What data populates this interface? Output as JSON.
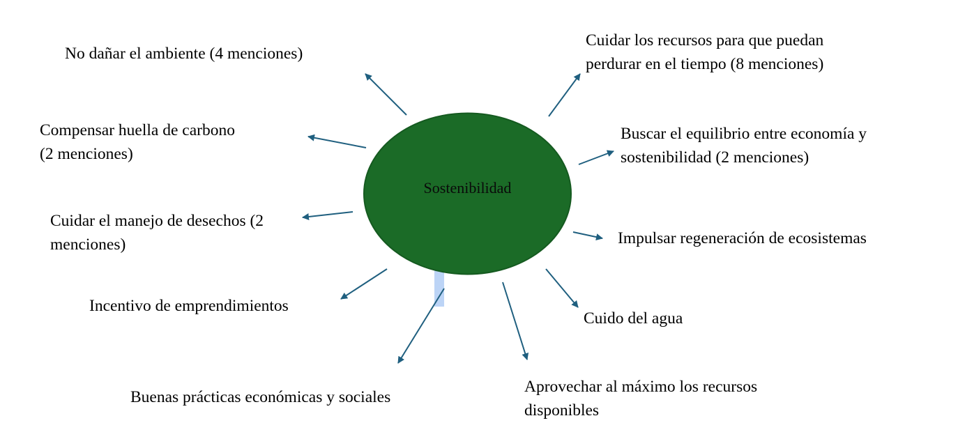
{
  "diagram": {
    "center": {
      "label": "Sostenibilidad",
      "fill_color": "#1b6b27",
      "stroke_color": "#155a20"
    },
    "arrow_color": "#1f5f7f",
    "highlight_color": "#bcd4f6",
    "nodes": [
      {
        "id": "no-danar",
        "lines": [
          "No dañar el ambiente (4 menciones)"
        ],
        "mentions": 4,
        "position": "top-left"
      },
      {
        "id": "cuidar-recursos",
        "lines": [
          "Cuidar los recursos para que puedan",
          "perdurar en el tiempo (8 menciones)"
        ],
        "mentions": 8,
        "position": "top-right"
      },
      {
        "id": "compensar-huella",
        "lines": [
          "Compensar huella de carbono",
          "(2 menciones)"
        ],
        "mentions": 2,
        "position": "left-upper"
      },
      {
        "id": "buscar-equilibrio",
        "lines": [
          "Buscar el equilibrio entre economía y",
          "sostenibilidad (2 menciones)"
        ],
        "mentions": 2,
        "position": "right-upper"
      },
      {
        "id": "manejo-desechos",
        "lines": [
          "Cuidar el manejo de desechos (2",
          "menciones)"
        ],
        "mentions": 2,
        "position": "left-middle"
      },
      {
        "id": "regeneracion",
        "lines": [
          "Impulsar regeneración de ecosistemas"
        ],
        "position": "right-middle"
      },
      {
        "id": "emprendimientos",
        "lines": [
          "Incentivo de emprendimientos"
        ],
        "position": "left-lower"
      },
      {
        "id": "agua",
        "lines": [
          "Cuido del agua"
        ],
        "position": "right-lower"
      },
      {
        "id": "buenas-practicas",
        "lines": [
          "Buenas prácticas económicas y sociales"
        ],
        "position": "bottom-left"
      },
      {
        "id": "aprovechar",
        "lines": [
          "Aprovechar al máximo los recursos",
          "disponibles"
        ],
        "position": "bottom-right"
      }
    ]
  }
}
